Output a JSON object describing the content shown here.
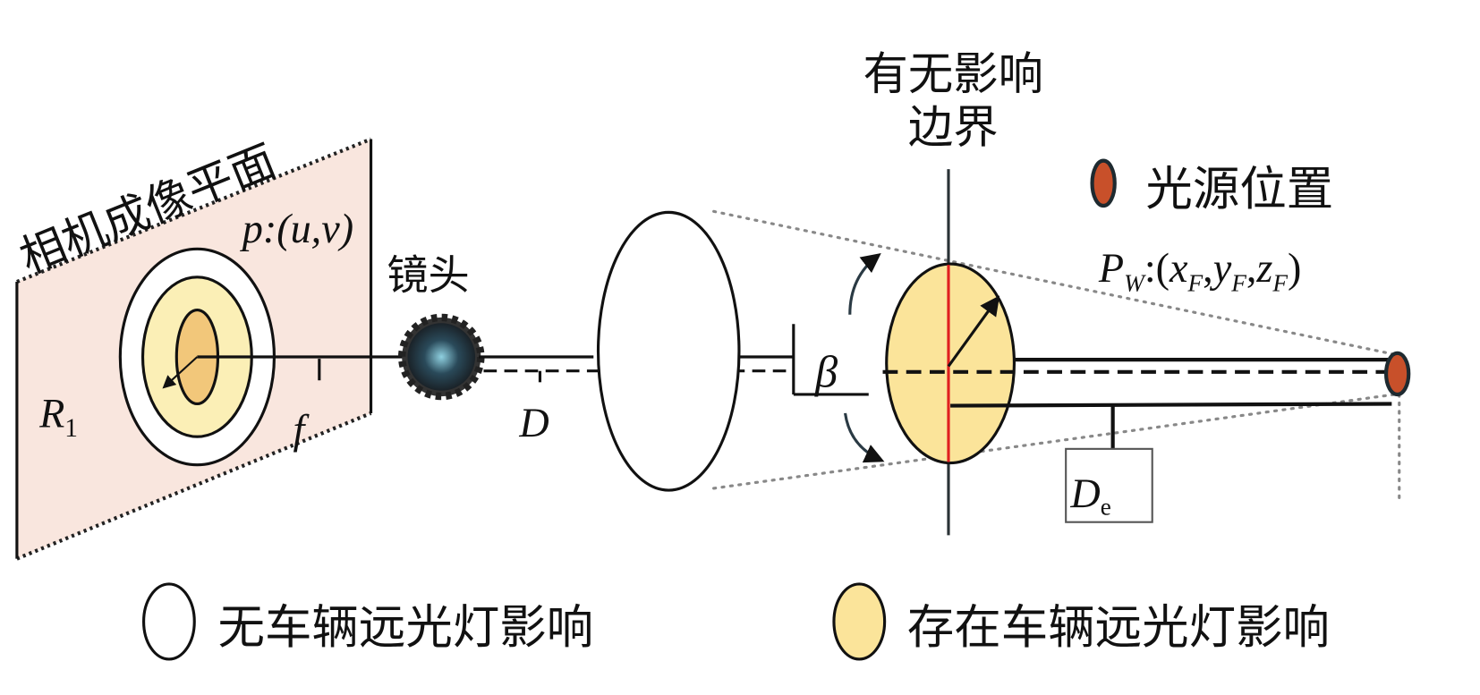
{
  "labels": {
    "imaging_plane": "相机成像平面",
    "pixel_point": "p:(u,v)",
    "lens": "镜头",
    "radius": "R",
    "radius_sub": "1",
    "focal": "f",
    "distance": "D",
    "boundary_line1": "有无影响",
    "boundary_line2": "边界",
    "angle": "β",
    "light_source": "光源位置",
    "world_point": {
      "p": "P",
      "w": "W",
      "open": ":(",
      "x": "x",
      "y": "y",
      "z": "z",
      "F": "F",
      "comma": ",",
      "close": ")"
    },
    "de": "D",
    "de_sub": "e"
  },
  "legend": [
    {
      "label": "无车辆远光灯影响",
      "color": "#ffffff"
    },
    {
      "label": "存在车辆远光灯影响",
      "color": "#fbe49a"
    }
  ],
  "colors": {
    "plane": "#f9e6de",
    "yellow": "#fbe49a",
    "core": "#f2c77a",
    "light": "#c8502a",
    "red": "#e02020"
  }
}
